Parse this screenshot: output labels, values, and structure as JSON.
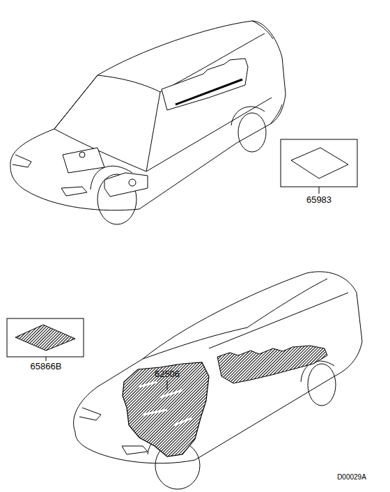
{
  "diagram": {
    "labels": [
      "65983",
      "65866B",
      "62506",
      "D00029A"
    ]
  }
}
